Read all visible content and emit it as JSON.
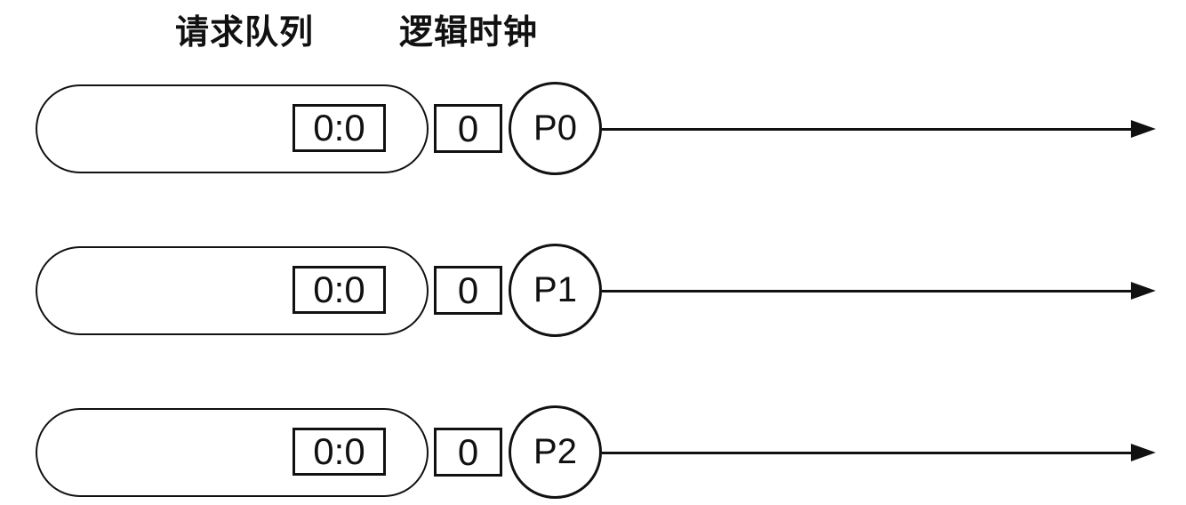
{
  "diagram": {
    "column_headers": {
      "request_queue": "请求队列",
      "logical_clock": "逻辑时钟"
    },
    "rows": [
      {
        "process": "P0",
        "queue_entry": "0:0",
        "clock_value": "0"
      },
      {
        "process": "P1",
        "queue_entry": "0:0",
        "clock_value": "0"
      },
      {
        "process": "P2",
        "queue_entry": "0:0",
        "clock_value": "0"
      }
    ],
    "colors": {
      "stroke": "#111111",
      "background": "#ffffff",
      "text": "#111111"
    }
  }
}
